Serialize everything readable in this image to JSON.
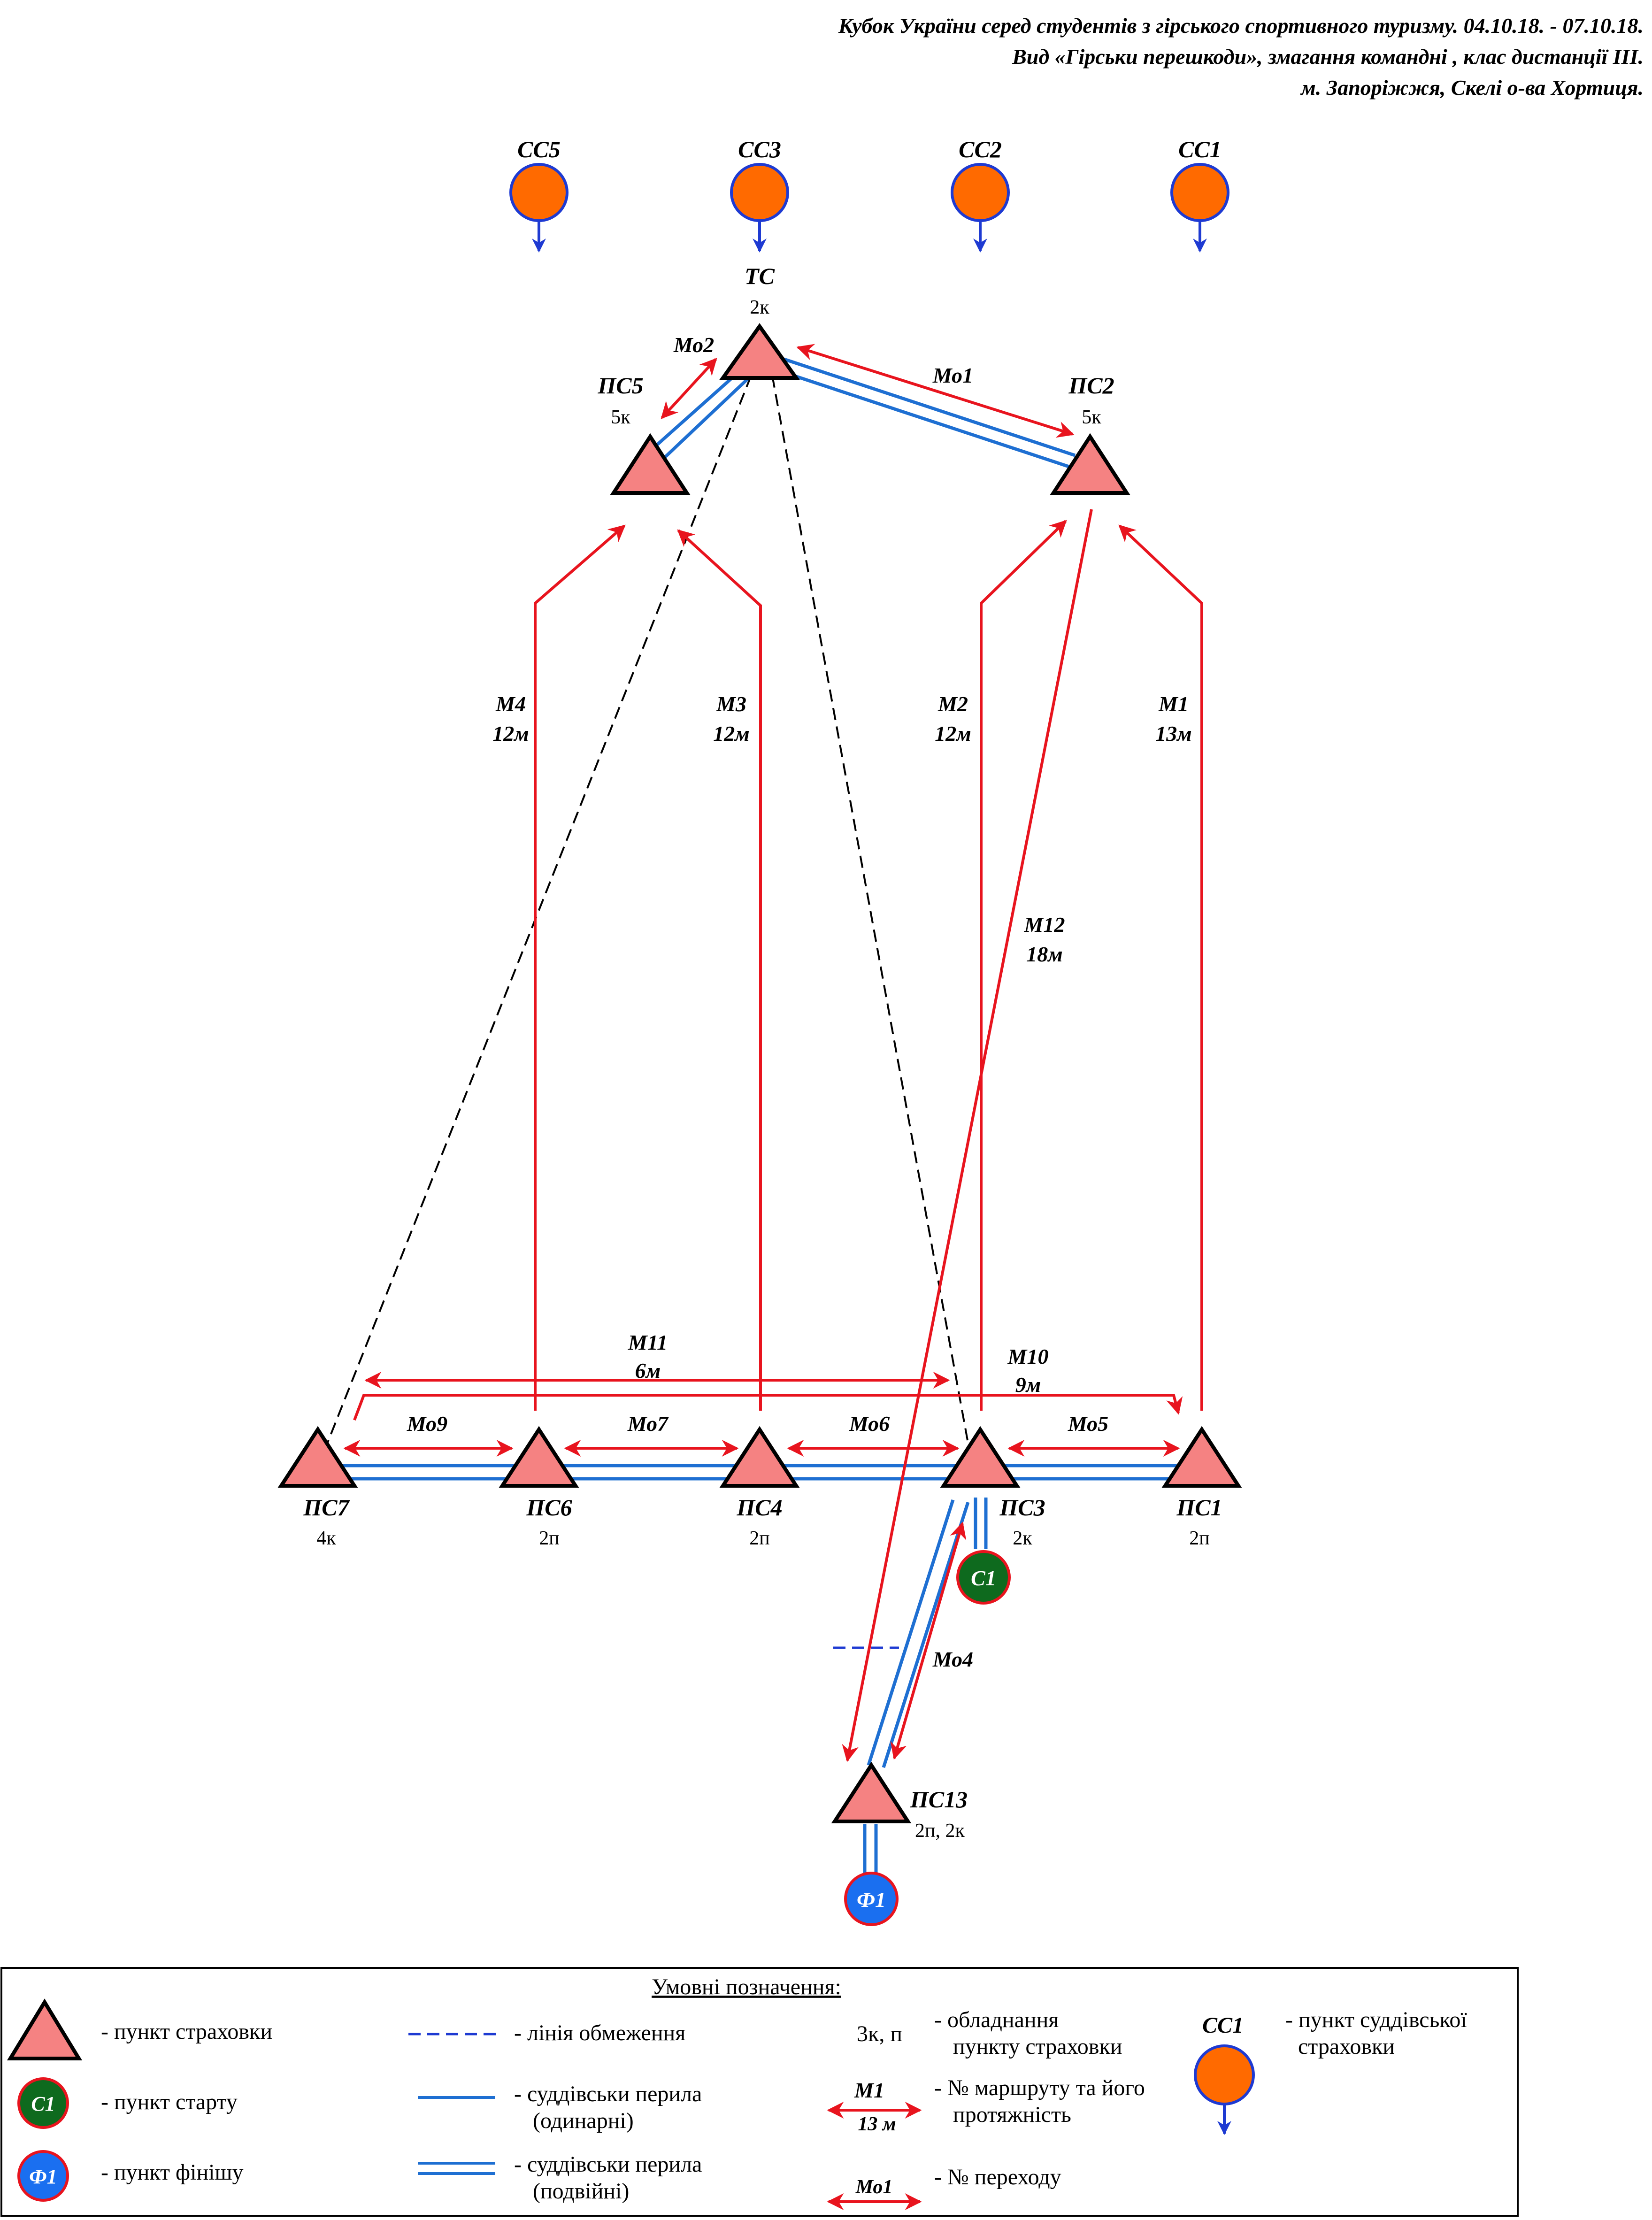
{
  "header": {
    "line1": "Кубок України серед студентів з гірського спортивного туризму. 04.10.18. - 07.10.18.",
    "line2": "Вид «Гірськи перешкоди», змагання командні , клас дистанції ІІІ.",
    "line3": "м. Запоріжжя, Скелі о-ва Хортиця."
  },
  "colors": {
    "point_fill": "#f58282",
    "route_red": "#e8141e",
    "rail_blue": "#1e6fd2",
    "judge_orange": "#ff6a00",
    "start_green": "#0e6a1e",
    "finish_blue": "#1a6ff0"
  },
  "judge_points": [
    {
      "id": "cc5",
      "label": "СС5"
    },
    {
      "id": "cc3",
      "label": "СС3"
    },
    {
      "id": "cc2",
      "label": "СС2"
    },
    {
      "id": "cc1",
      "label": "СС1"
    }
  ],
  "points": [
    {
      "id": "tc",
      "label": "ТС",
      "equip": "2к"
    },
    {
      "id": "ps5",
      "label": "ПС5",
      "equip": "5к"
    },
    {
      "id": "ps2",
      "label": "ПС2",
      "equip": "5к"
    },
    {
      "id": "ps7",
      "label": "ПС7",
      "equip": "4к"
    },
    {
      "id": "ps6",
      "label": "ПС6",
      "equip": "2п"
    },
    {
      "id": "ps4",
      "label": "ПС4",
      "equip": "2п"
    },
    {
      "id": "ps3",
      "label": "ПС3",
      "equip": "2к"
    },
    {
      "id": "ps1",
      "label": "ПС1",
      "equip": "2п"
    },
    {
      "id": "ps13",
      "label": "ПС13",
      "equip": "2п, 2к"
    }
  ],
  "start": {
    "label": "С1"
  },
  "finish": {
    "label": "Ф1"
  },
  "routes": [
    {
      "id": "m1",
      "name": "М1",
      "length": "13м"
    },
    {
      "id": "m2",
      "name": "М2",
      "length": "12м"
    },
    {
      "id": "m3",
      "name": "М3",
      "length": "12м"
    },
    {
      "id": "m4",
      "name": "М4",
      "length": "12м"
    },
    {
      "id": "m12",
      "name": "М12",
      "length": "18м"
    },
    {
      "id": "m11",
      "name": "М11",
      "length": "6м"
    },
    {
      "id": "m10",
      "name": "М10",
      "length": "9м"
    }
  ],
  "crossings": [
    {
      "id": "mo1",
      "name": "Мо1"
    },
    {
      "id": "mo2",
      "name": "Мо2"
    },
    {
      "id": "mo4",
      "name": "Мо4"
    },
    {
      "id": "mo5",
      "name": "Мо5"
    },
    {
      "id": "mo6",
      "name": "Мо6"
    },
    {
      "id": "mo7",
      "name": "Мо7"
    },
    {
      "id": "mo9",
      "name": "Мо9"
    }
  ],
  "legend": {
    "title": "Умовні позначення:",
    "items": {
      "point": "- пункт страховки",
      "start": "- пункт старту",
      "finish": "- пункт фінішу",
      "limit_line": "- лінія обмеження",
      "rail_single_1": "- суддівськи перила",
      "rail_single_2": "(одинарні)",
      "rail_double_1": "- суддівськи перила",
      "rail_double_2": "(подвійні)",
      "equip_sample": "3к, п",
      "equip_1": "- обладнання",
      "equip_2": "пункту страховки",
      "route_name": "М1",
      "route_length": "13 м",
      "route_1": "- № маршруту та його",
      "route_2": "протяжність",
      "crossing_name": "Мо1",
      "crossing": "- № переходу",
      "judge_label": "СС1",
      "judge_1": "- пункт суддівської",
      "judge_2": "страховки"
    }
  }
}
